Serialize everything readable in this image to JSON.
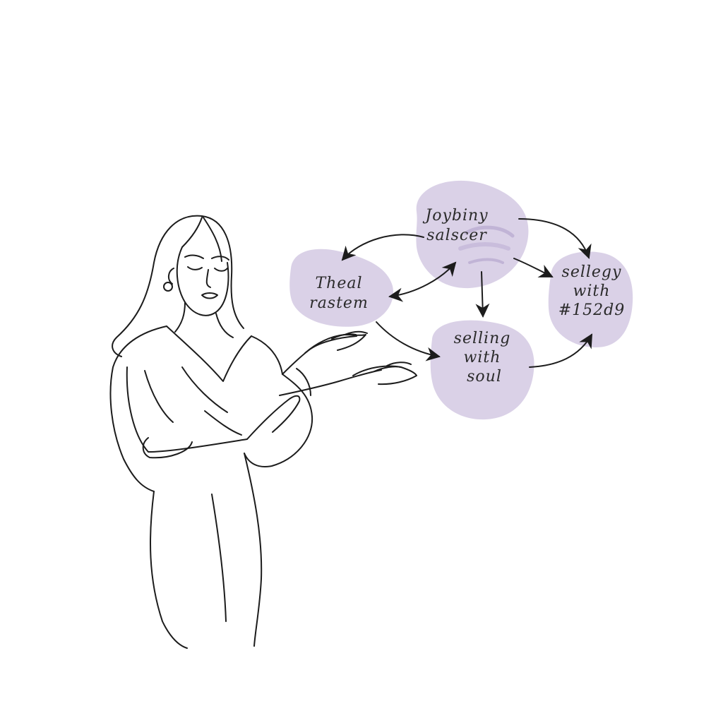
{
  "palette": {
    "blob_fill": "#d8cfe6",
    "blob_fill_dark": "#cbbfdd",
    "ink": "#1c1c1c",
    "background": "#ffffff"
  },
  "nodes": [
    {
      "id": "top",
      "lines": [
        "Joybiny",
        "salscer"
      ]
    },
    {
      "id": "left",
      "lines": [
        "Theal",
        "rastem"
      ]
    },
    {
      "id": "center",
      "lines": [
        "selling",
        "with",
        "soul"
      ]
    },
    {
      "id": "right",
      "lines": [
        "sellegy",
        "with",
        "#152d9"
      ]
    }
  ],
  "edges": [
    {
      "from": "top",
      "to": "left",
      "style": "single"
    },
    {
      "from": "left",
      "to": "top",
      "style": "double"
    },
    {
      "from": "top",
      "to": "center",
      "style": "single"
    },
    {
      "from": "top",
      "to": "right",
      "style": "single"
    },
    {
      "from": "left",
      "to": "center",
      "style": "single"
    },
    {
      "from": "center",
      "to": "right",
      "style": "single"
    }
  ],
  "illustration": {
    "figure": "woman-presenting-line-art"
  }
}
